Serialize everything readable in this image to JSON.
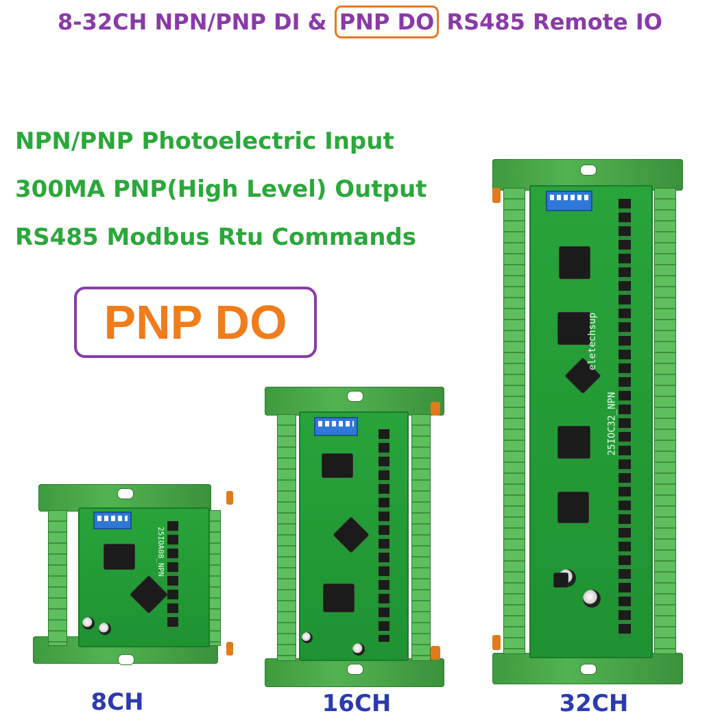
{
  "title": {
    "prefix": "8-32CH NPN/PNP DI & ",
    "highlight": "PNP DO",
    "suffix": " RS485 Remote IO"
  },
  "features": [
    "NPN/PNP Photoelectric Input",
    "300MA PNP(High Level) Output",
    "RS485 Modbus Rtu Commands"
  ],
  "badge": "PNP DO",
  "boards": [
    {
      "label": "8CH"
    },
    {
      "label": "16CH"
    },
    {
      "label": "32CH"
    }
  ],
  "colors": {
    "title_purple": "#8a3aa8",
    "highlight_orange": "#e8781a",
    "feature_green": "#2aa83a",
    "badge_text": "#f07c1c",
    "badge_border": "#8a3aa8",
    "label_blue": "#2c3ab0"
  }
}
